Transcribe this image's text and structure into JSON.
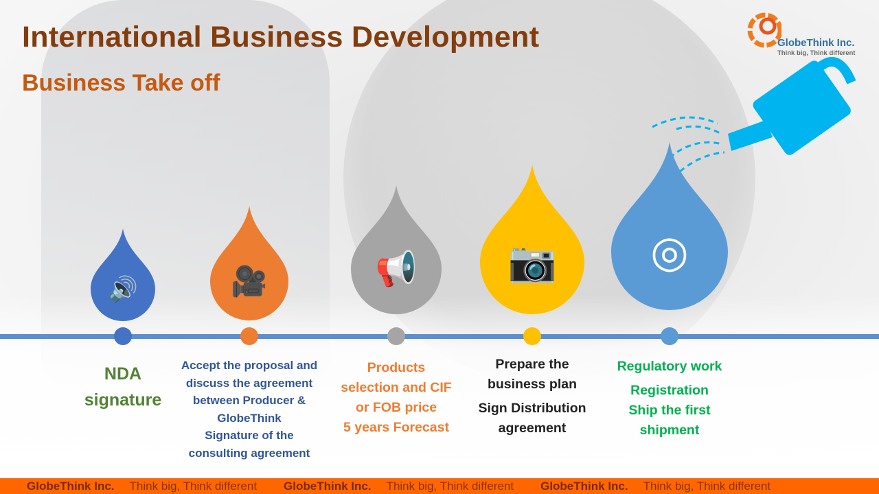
{
  "header": {
    "title": "International Business Development",
    "subtitle": "Business Take off"
  },
  "logo": {
    "name": "GlobeThink Inc.",
    "tagline": "Think big, Think different"
  },
  "steps": [
    {
      "icon": "speaker-icon",
      "color": "#4472c4",
      "lines": [
        "NDA",
        "signature"
      ],
      "text_color": "#548235"
    },
    {
      "icon": "video-camera-icon",
      "color": "#ed7d31",
      "lines": [
        "Accept the proposal and",
        "discuss the agreement",
        "between Producer &",
        "GlobeThink",
        "Signature of the",
        "consulting agreement"
      ],
      "text_color": "#2f5597"
    },
    {
      "icon": "megaphone-icon",
      "color": "#a5a5a5",
      "lines": [
        "Products",
        "selection and CIF",
        "or FOB price",
        "5 years Forecast"
      ],
      "text_color": "#ed7d31"
    },
    {
      "icon": "camera-icon",
      "color": "#ffc000",
      "lines": [
        "Prepare the",
        "business plan",
        "Sign Distribution",
        "agreement"
      ],
      "text_color": "#222222"
    },
    {
      "icon": "target-icon",
      "color": "#5b9bd5",
      "lines": [
        "Regulatory work",
        "Registration",
        "Ship the first",
        "shipment"
      ],
      "text_color": "#00b050"
    }
  ],
  "footer": [
    {
      "brand": "GlobeThink Inc.",
      "tagline": "Think big, Think different"
    },
    {
      "brand": "GlobeThink Inc.",
      "tagline": "Think big, Think different"
    },
    {
      "brand": "GlobeThink Inc.",
      "tagline": "Think big, Think different"
    }
  ]
}
